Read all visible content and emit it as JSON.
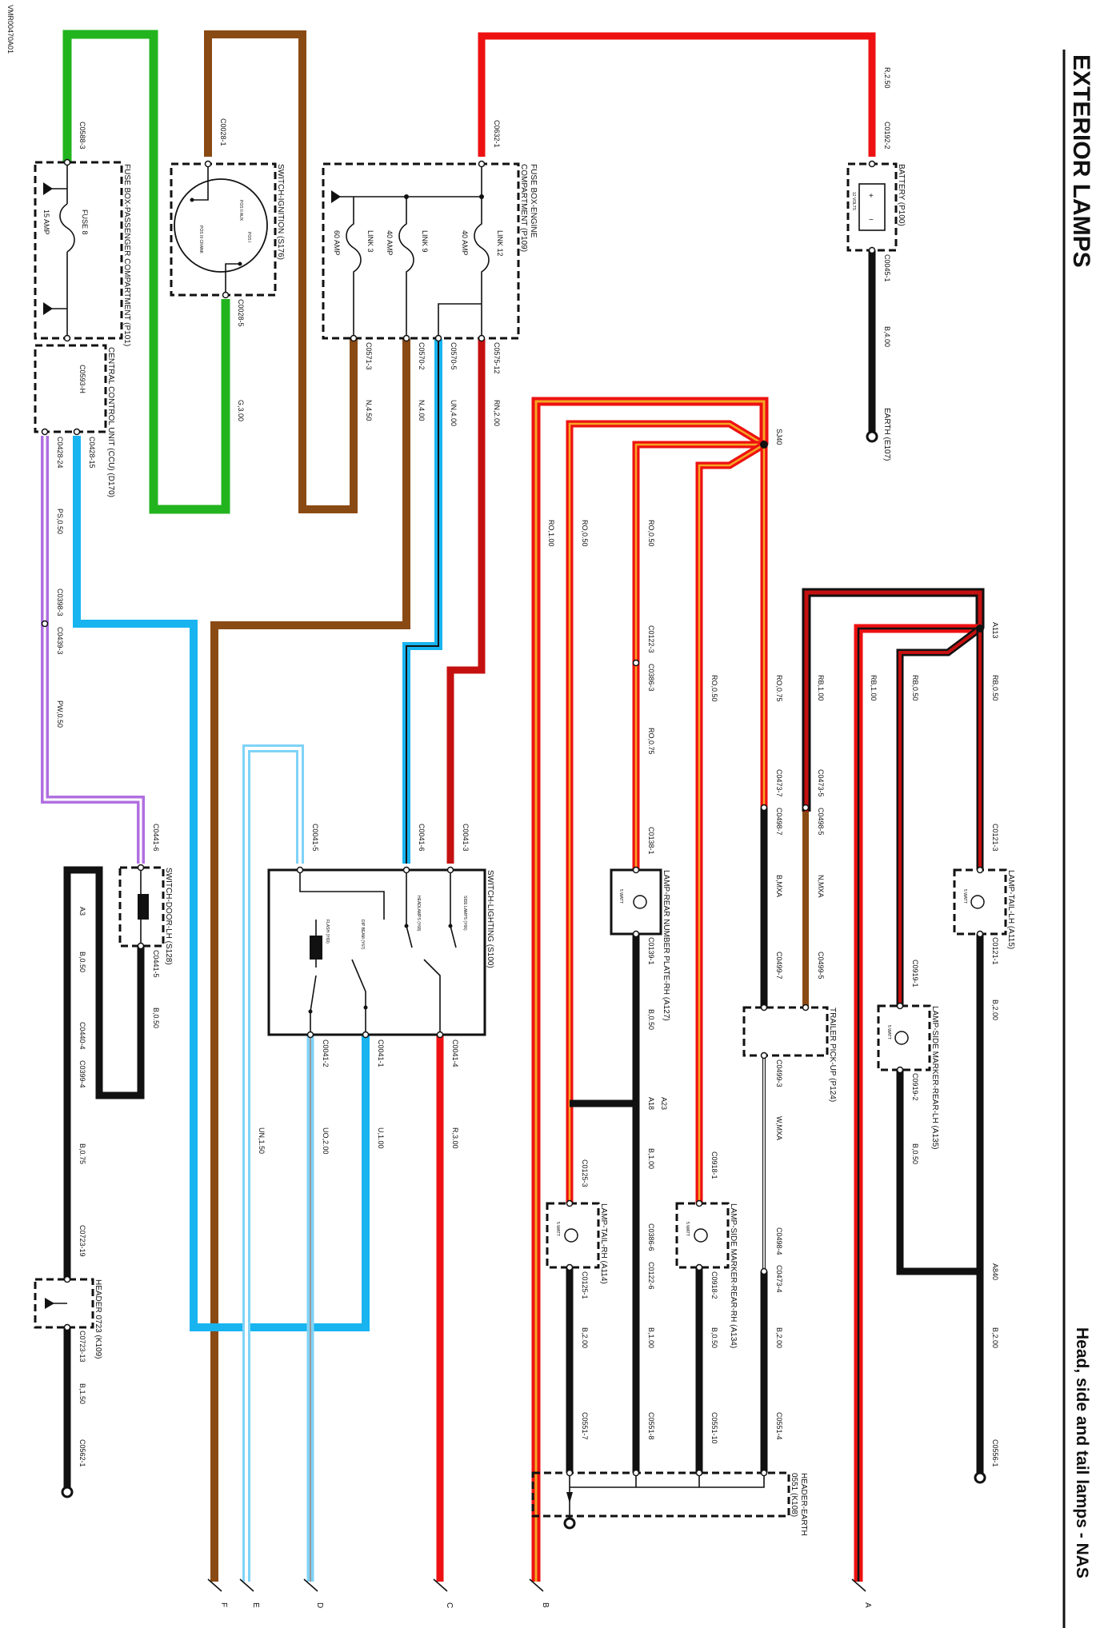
{
  "header": {
    "title": "EXTERIOR LAMPS",
    "subtitle": "Head, side and tail lamps - NAS",
    "drawing_id": "VMR00470A01"
  },
  "components": {
    "fuse_box_passenger": "FUSE BOX-PASSENGER COMPARTMENT (P101)",
    "fuse8": "FUSE 8",
    "fuse8_rating": "15 AMP",
    "switch_ignition": "SWITCH-IGNITION (S176)",
    "fuse_box_engine_1": "FUSE BOX-ENGINE",
    "fuse_box_engine_2": "COMPARTMENT (P109)",
    "link12": "LINK 12",
    "link12_rating": "40 AMP",
    "link9": "LINK 9",
    "link9_rating": "40 AMP",
    "link3": "LINK 3",
    "link3_rating": "60 AMP",
    "battery": "BATTERY (P100)",
    "battery_volts": "12 VOLTS",
    "earth_e107": "EARTH (E107)",
    "ccu": "CENTRAL CONTROL UNIT (CCU) (D170)",
    "switch_door": "SWITCH-DOOR-LH (S128)",
    "header_0723": "HEADER 0723 (K109)",
    "switch_lighting": "SWITCH-LIGHTING (S100)",
    "sw_side": "SIDE LAMPS (Y66)",
    "sw_headlamps": "HEADLAMPS (Y68)",
    "sw_dipbeam": "DIP BEAM (Y67)",
    "sw_flash": "FLASH (Y69)",
    "lamp_number_plate": "LAMP-REAR NUMBER PLATE-RH (A127)",
    "lamp_tail_lh": "LAMP-TAIL-LH (A115)",
    "lamp_side_marker_lh": "LAMP-SIDE MARKER-REAR-LH (A135)",
    "trailer": "TRAILER PICK-UP (P124)",
    "lamp_side_marker_rh": "LAMP-SIDE MARKER-REAR-RH (A134)",
    "lamp_tail_rh": "LAMP-TAIL-RH (A114)",
    "header_earth_1": "HEADER-EARTH",
    "header_earth_2": "0551 (K108)",
    "watt5": "5 WATT"
  },
  "connectors": {
    "c0588_3": "C0588-3",
    "c0593_h": "C0593-H",
    "c0028_1": "C0028-1",
    "c0028_5": "C0028-5",
    "c0632_1": "C0632-1",
    "c0571_3": "C0571-3",
    "c0570_2": "C0570-2",
    "c0570_5": "C0570-5",
    "c0575_12": "C0575-12",
    "c0192_2": "C0192-2",
    "c0045_1": "C0045-1",
    "c0428_24": "C0428-24",
    "c0428_15": "C0428-15",
    "c0398_3": "C0398-3",
    "c0439_3": "C0439-3",
    "c0441_6": "C0441-6",
    "c0441_5": "C0441-5",
    "c0440_4": "C0440-4",
    "c0399_4": "C0399-4",
    "c0723_19": "C0723-19",
    "c0723_13": "C0723-13",
    "c0562_1": "C0562-1",
    "c0041_5": "C0041-5",
    "c0041_6": "C0041-6",
    "c0041_3": "C0041-3",
    "c0041_2": "C0041-2",
    "c0041_1": "C0041-1",
    "c0041_4": "C0041-4",
    "c0122_3": "C0122-3",
    "c0386_3": "C0386-3",
    "c0138_1": "C0138-1",
    "c0139_1": "C0139-1",
    "c0125_3": "C0125-3",
    "c0125_1": "C0125-1",
    "c0386_6": "C0386-6",
    "c0122_6": "C0122-6",
    "c0551_7": "C0551-7",
    "c0551_8": "C0551-8",
    "c0918_1": "C0918-1",
    "c0918_2": "C0918-2",
    "c0551_10": "C0551-10",
    "c0473_7": "C0473-7",
    "c0498_7": "C0498-7",
    "c0473_5": "C0473-5",
    "c0498_5": "C0498-5",
    "c0499_7": "C0499-7",
    "c0499_5": "C0499-5",
    "c0499_3": "C0499-3",
    "c0498_4": "C0498-4",
    "c0473_4": "C0473-4",
    "c0551_4": "C0551-4",
    "c0121_3": "C0121-3",
    "c0121_1": "C0121-1",
    "c0919_1": "C0919-1",
    "c0919_2": "C0919-2",
    "c0556_1": "C0556-1",
    "sj40": "SJ40",
    "a113": "A113",
    "a3": "A3",
    "a23": "A23",
    "a18": "A18",
    "a840": "A840"
  },
  "wires": {
    "r250": "R,2.50",
    "b400": "B,4.00",
    "g300": "G,3.00",
    "n450": "N,4.50",
    "n400": "N,4.00",
    "un400": "UN,4.00",
    "rn200": "RN,2.00",
    "ps050": "PS,0.50",
    "pw050": "PW,0.50",
    "b050a": "B,0.50",
    "b050b": "B,0.50",
    "b075": "B,0.75",
    "b150": "B,1.50",
    "ro100": "RO,1.00",
    "ro050a": "RO,0.50",
    "ro050b": "RO,0.50",
    "ro050c": "RO,0.50",
    "ro075a": "RO,0.75",
    "ro075b": "RO,0.75",
    "rb100a": "RB,1.00",
    "rb100b": "RB,1.00",
    "rb050a": "RB,0.50",
    "rb050b": "RB,0.50",
    "un150": "UN,1.50",
    "uo200": "UO,2.00",
    "u100": "U,1.00",
    "r300": "R,3.00",
    "bmxa": "B,MXA",
    "nmxa": "N,MXA",
    "wmxa": "W,MXA",
    "b050c": "B,0.50",
    "b050d": "B,0.50",
    "b100a": "B,1.00",
    "b100b": "B,1.00",
    "b200a": "B,2.00",
    "b200b": "B,2.00",
    "b200c": "B,2.00",
    "b200d": "B,2.00",
    "b050e": "B,0.50"
  },
  "ends": [
    "A",
    "B",
    "C",
    "D",
    "E",
    "F"
  ],
  "colors": {
    "green": "#22b41e",
    "brown": "#8a4a14",
    "red": "#ee1111",
    "darkred": "#c51010",
    "orange": "#f5a623",
    "purple": "#b070e0",
    "blue": "#18b4f0",
    "lightblue": "#7fd3f7",
    "black": "#111111"
  }
}
